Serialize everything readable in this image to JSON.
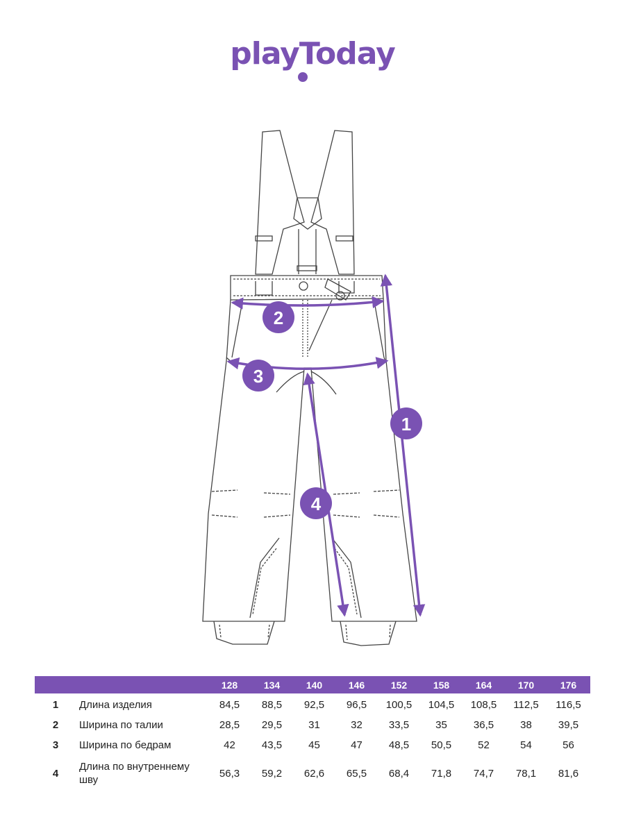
{
  "brand": {
    "logo_text": "playToday",
    "color": "#7a52b3"
  },
  "diagram": {
    "markers": [
      "1",
      "2",
      "3",
      "4"
    ]
  },
  "size_table": {
    "sizes": [
      "128",
      "134",
      "140",
      "146",
      "152",
      "158",
      "164",
      "170",
      "176"
    ],
    "rows": [
      {
        "num": "1",
        "label": "Длина изделия",
        "values": [
          "84,5",
          "88,5",
          "92,5",
          "96,5",
          "100,5",
          "104,5",
          "108,5",
          "112,5",
          "116,5"
        ]
      },
      {
        "num": "2",
        "label": "Ширина по талии",
        "values": [
          "28,5",
          "29,5",
          "31",
          "32",
          "33,5",
          "35",
          "36,5",
          "38",
          "39,5"
        ]
      },
      {
        "num": "3",
        "label": "Ширина по бедрам",
        "values": [
          "42",
          "43,5",
          "45",
          "47",
          "48,5",
          "50,5",
          "52",
          "54",
          "56"
        ]
      },
      {
        "num": "4",
        "label": "Длина по внутреннему шву",
        "values": [
          "56,3",
          "59,2",
          "62,6",
          "65,5",
          "68,4",
          "71,8",
          "74,7",
          "78,1",
          "81,6"
        ]
      }
    ]
  }
}
